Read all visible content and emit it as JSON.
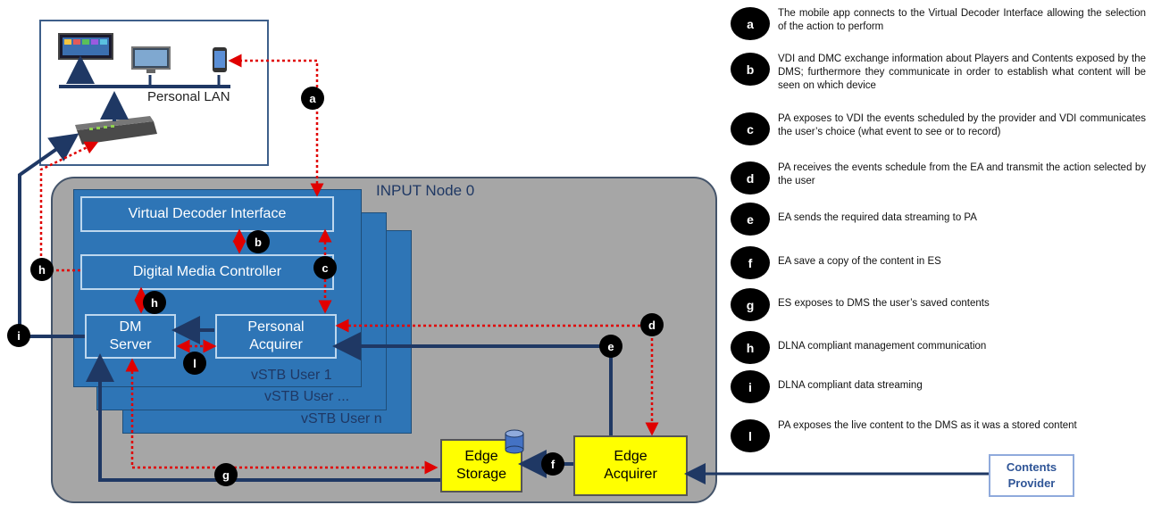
{
  "personal_lan": {
    "label": "Personal LAN"
  },
  "node": {
    "title": "INPUT Node 0"
  },
  "users": {
    "user1": "vSTB User 1",
    "userdots": "vSTB User ...",
    "usern": "vSTB User n"
  },
  "components": {
    "vdi": "Virtual Decoder Interface",
    "dmc": "Digital Media Controller",
    "dms_line1": "DM",
    "dms_line2": "Server",
    "pa_line1": "Personal",
    "pa_line2": "Acquirer",
    "es_line1": "Edge",
    "es_line2": "Storage",
    "ea_line1": "Edge",
    "ea_line2": "Acquirer",
    "cp_line1": "Contents",
    "cp_line2": "Provider"
  },
  "badges": {
    "a": "a",
    "b": "b",
    "c": "c",
    "d": "d",
    "e": "e",
    "f": "f",
    "g": "g",
    "h": "h",
    "i": "i",
    "l": "l"
  },
  "legend": [
    {
      "letter": "a",
      "text": "The mobile app connects to the Virtual Decoder Interface allowing the selection of the action to perform"
    },
    {
      "letter": "b",
      "text": "VDI and DMC exchange information about Players and Contents exposed by the DMS; furthermore they communicate in order to establish what content will be seen on which device"
    },
    {
      "letter": "c",
      "text": "PA exposes to VDI the events scheduled by the provider and VDI communicates the user’s choice (what event to see or to record)"
    },
    {
      "letter": "d",
      "text": "PA receives the events schedule from the EA and transmit the action selected by the user"
    },
    {
      "letter": "e",
      "text": "EA sends the required data streaming to PA"
    },
    {
      "letter": "f",
      "text": "EA save a copy of the content in ES"
    },
    {
      "letter": "g",
      "text": "ES exposes to DMS the user’s saved contents"
    },
    {
      "letter": "h",
      "text": "DLNA compliant  management communication"
    },
    {
      "letter": "i",
      "text": "DLNA compliant data streaming"
    },
    {
      "letter": "l",
      "text": "PA exposes the live content to the DMS as it was a stored content"
    }
  ],
  "colors": {
    "panel_blue": "#2e75b6",
    "stream_navy": "#1f3864",
    "mgmt_red": "#e00000",
    "edge_yellow": "#ffff00"
  }
}
